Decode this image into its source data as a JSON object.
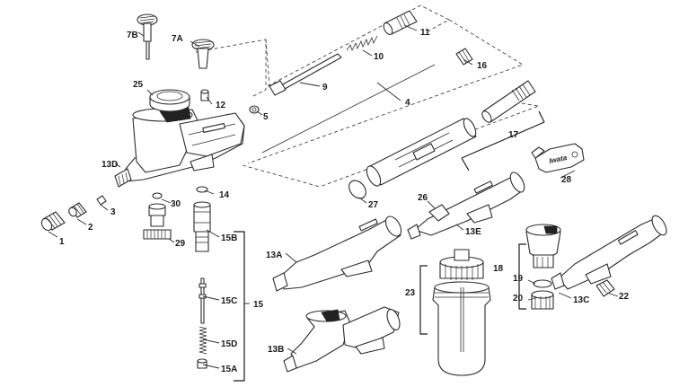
{
  "labels": {
    "p1": "1",
    "p2": "2",
    "p3": "3",
    "p4": "4",
    "p5": "5",
    "p7a": "7A",
    "p7b": "7B",
    "p9": "9",
    "p10": "10",
    "p11": "11",
    "p12": "12",
    "p13a": "13A",
    "p13b": "13B",
    "p13c": "13C",
    "p13d": "13D",
    "p13e": "13E",
    "p14": "14",
    "p15": "15",
    "p15a": "15A",
    "p15b": "15B",
    "p15c": "15C",
    "p15d": "15D",
    "p16": "16",
    "p17": "17",
    "p18": "18",
    "p19": "19",
    "p20": "20",
    "p22": "22",
    "p23": "23",
    "p25": "25",
    "p26": "26",
    "p27": "27",
    "p28": "28",
    "p29": "29",
    "p30": "30"
  },
  "wrench_text": "Iwata"
}
